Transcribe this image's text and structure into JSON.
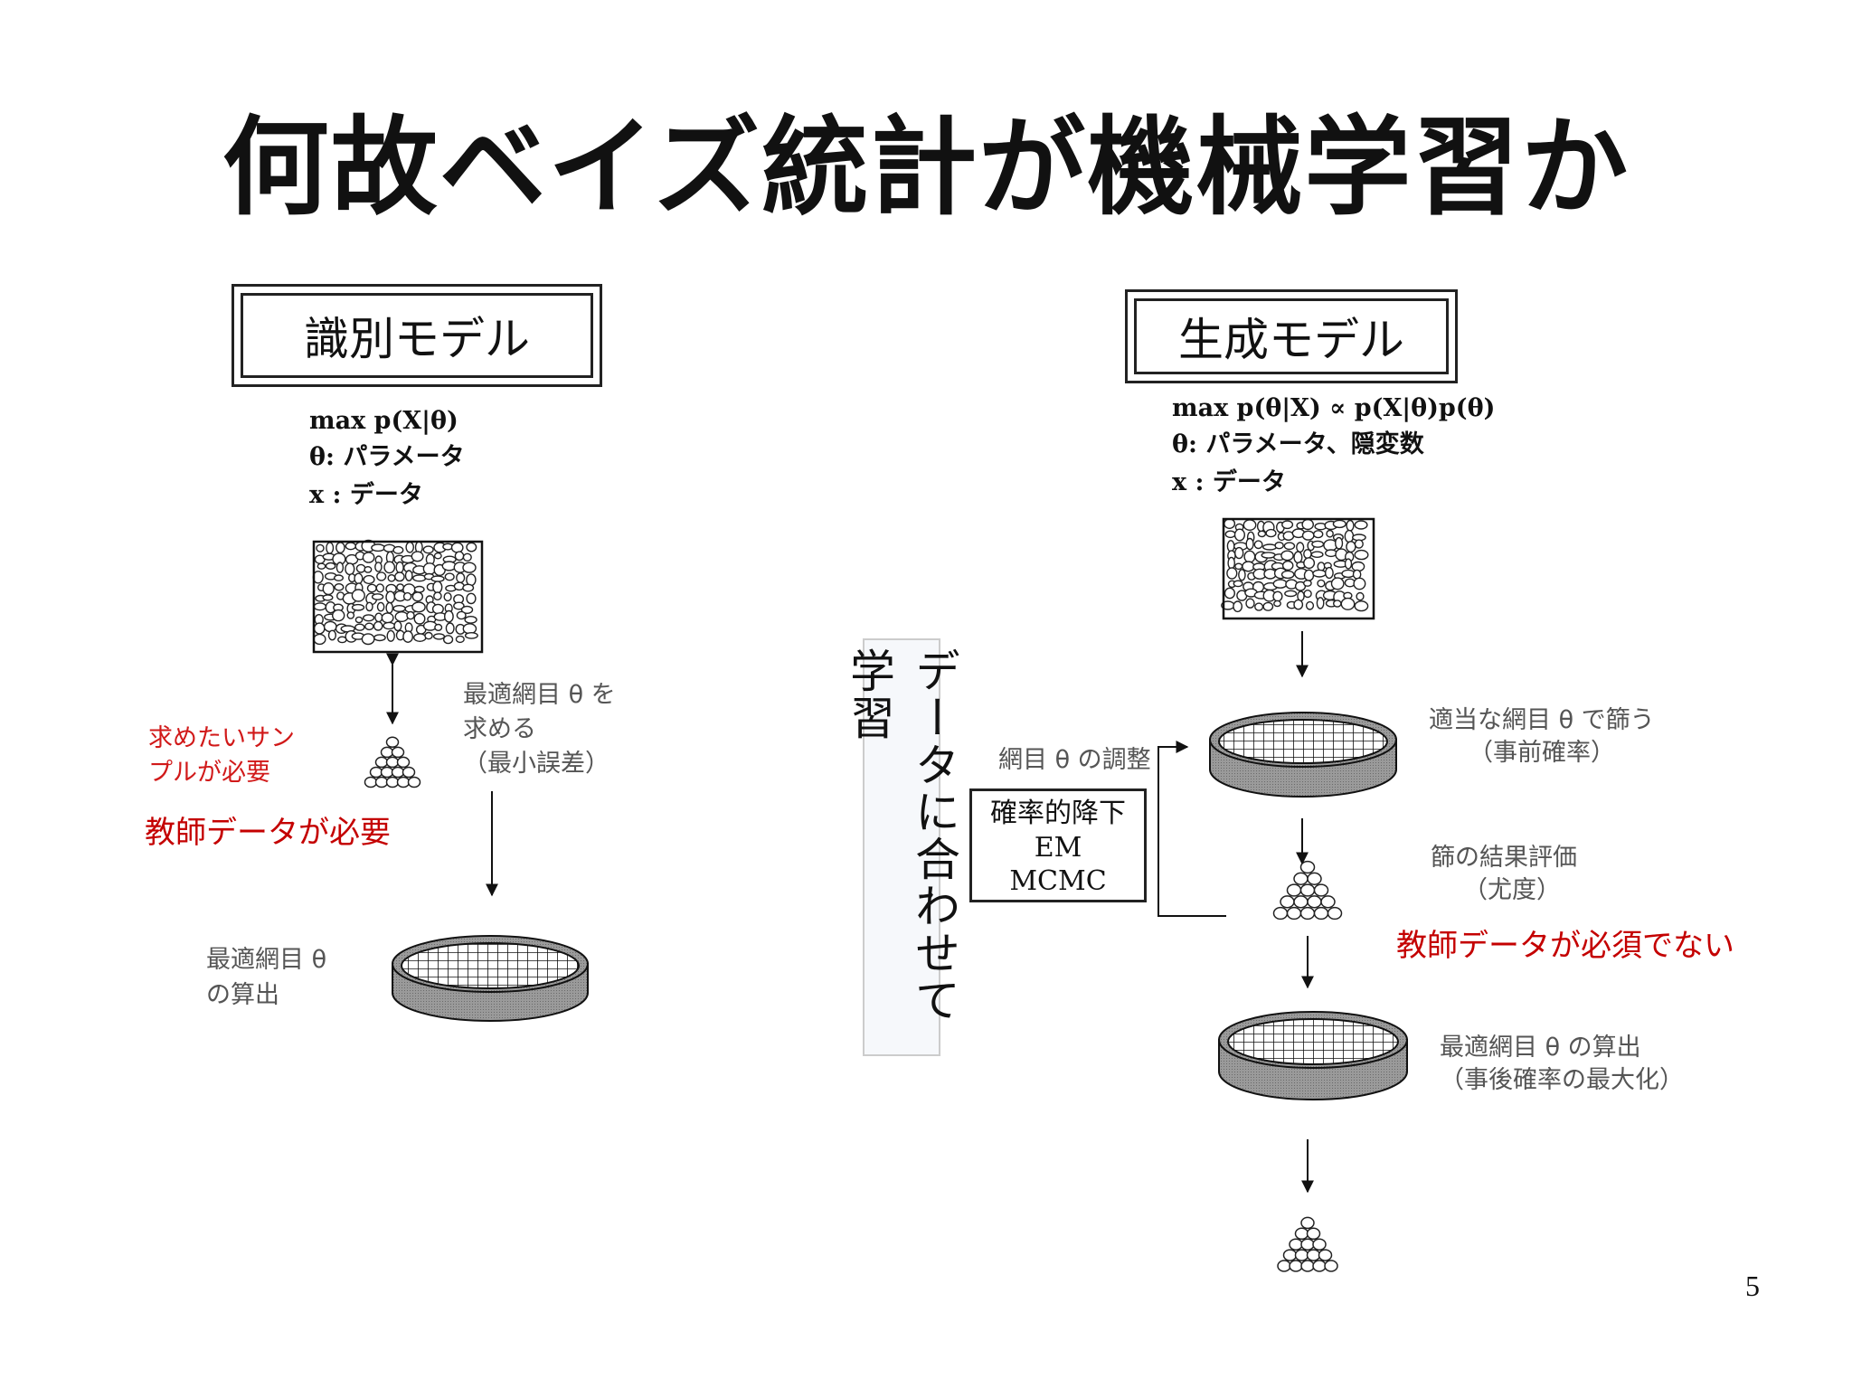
{
  "title": "何故ベイズ統計が機械学習か",
  "page_number": "5",
  "vertical_label": "データに合わせて学習",
  "discriminative": {
    "header": "識別モデル",
    "formula_1": "max p(X|θ)",
    "formula_2": "θ: パラメータ",
    "formula_3": "x : データ",
    "note_search_line1": "最適網目 θ を",
    "note_search_line2": "求める",
    "note_search_line3": "（最小誤差）",
    "wanted_sample_line1": "求めたいサン",
    "wanted_sample_line2": "プルが必要",
    "teacher_needed": "教師データが必要",
    "result_line1": "最適網目 θ",
    "result_line2": "の算出"
  },
  "generative": {
    "header": "生成モデル",
    "formula_1": "max p(θ|X) ∝ p(X|θ)p(θ)",
    "formula_2": "θ: パラメータ、隠変数",
    "formula_3": "x : データ",
    "adjust_label": "網目 θ の調整",
    "methods": [
      "確率的降下",
      "EM",
      "MCMC"
    ],
    "prior_line1": "適当な網目 θ で篩う",
    "prior_line2": "（事前確率）",
    "eval_line1": "篩の結果評価",
    "eval_line2": "（尤度）",
    "no_teacher": "教師データが必須でない",
    "posterior_line1": "最適網目 θ の算出",
    "posterior_line2": "（事後確率の最大化）"
  }
}
